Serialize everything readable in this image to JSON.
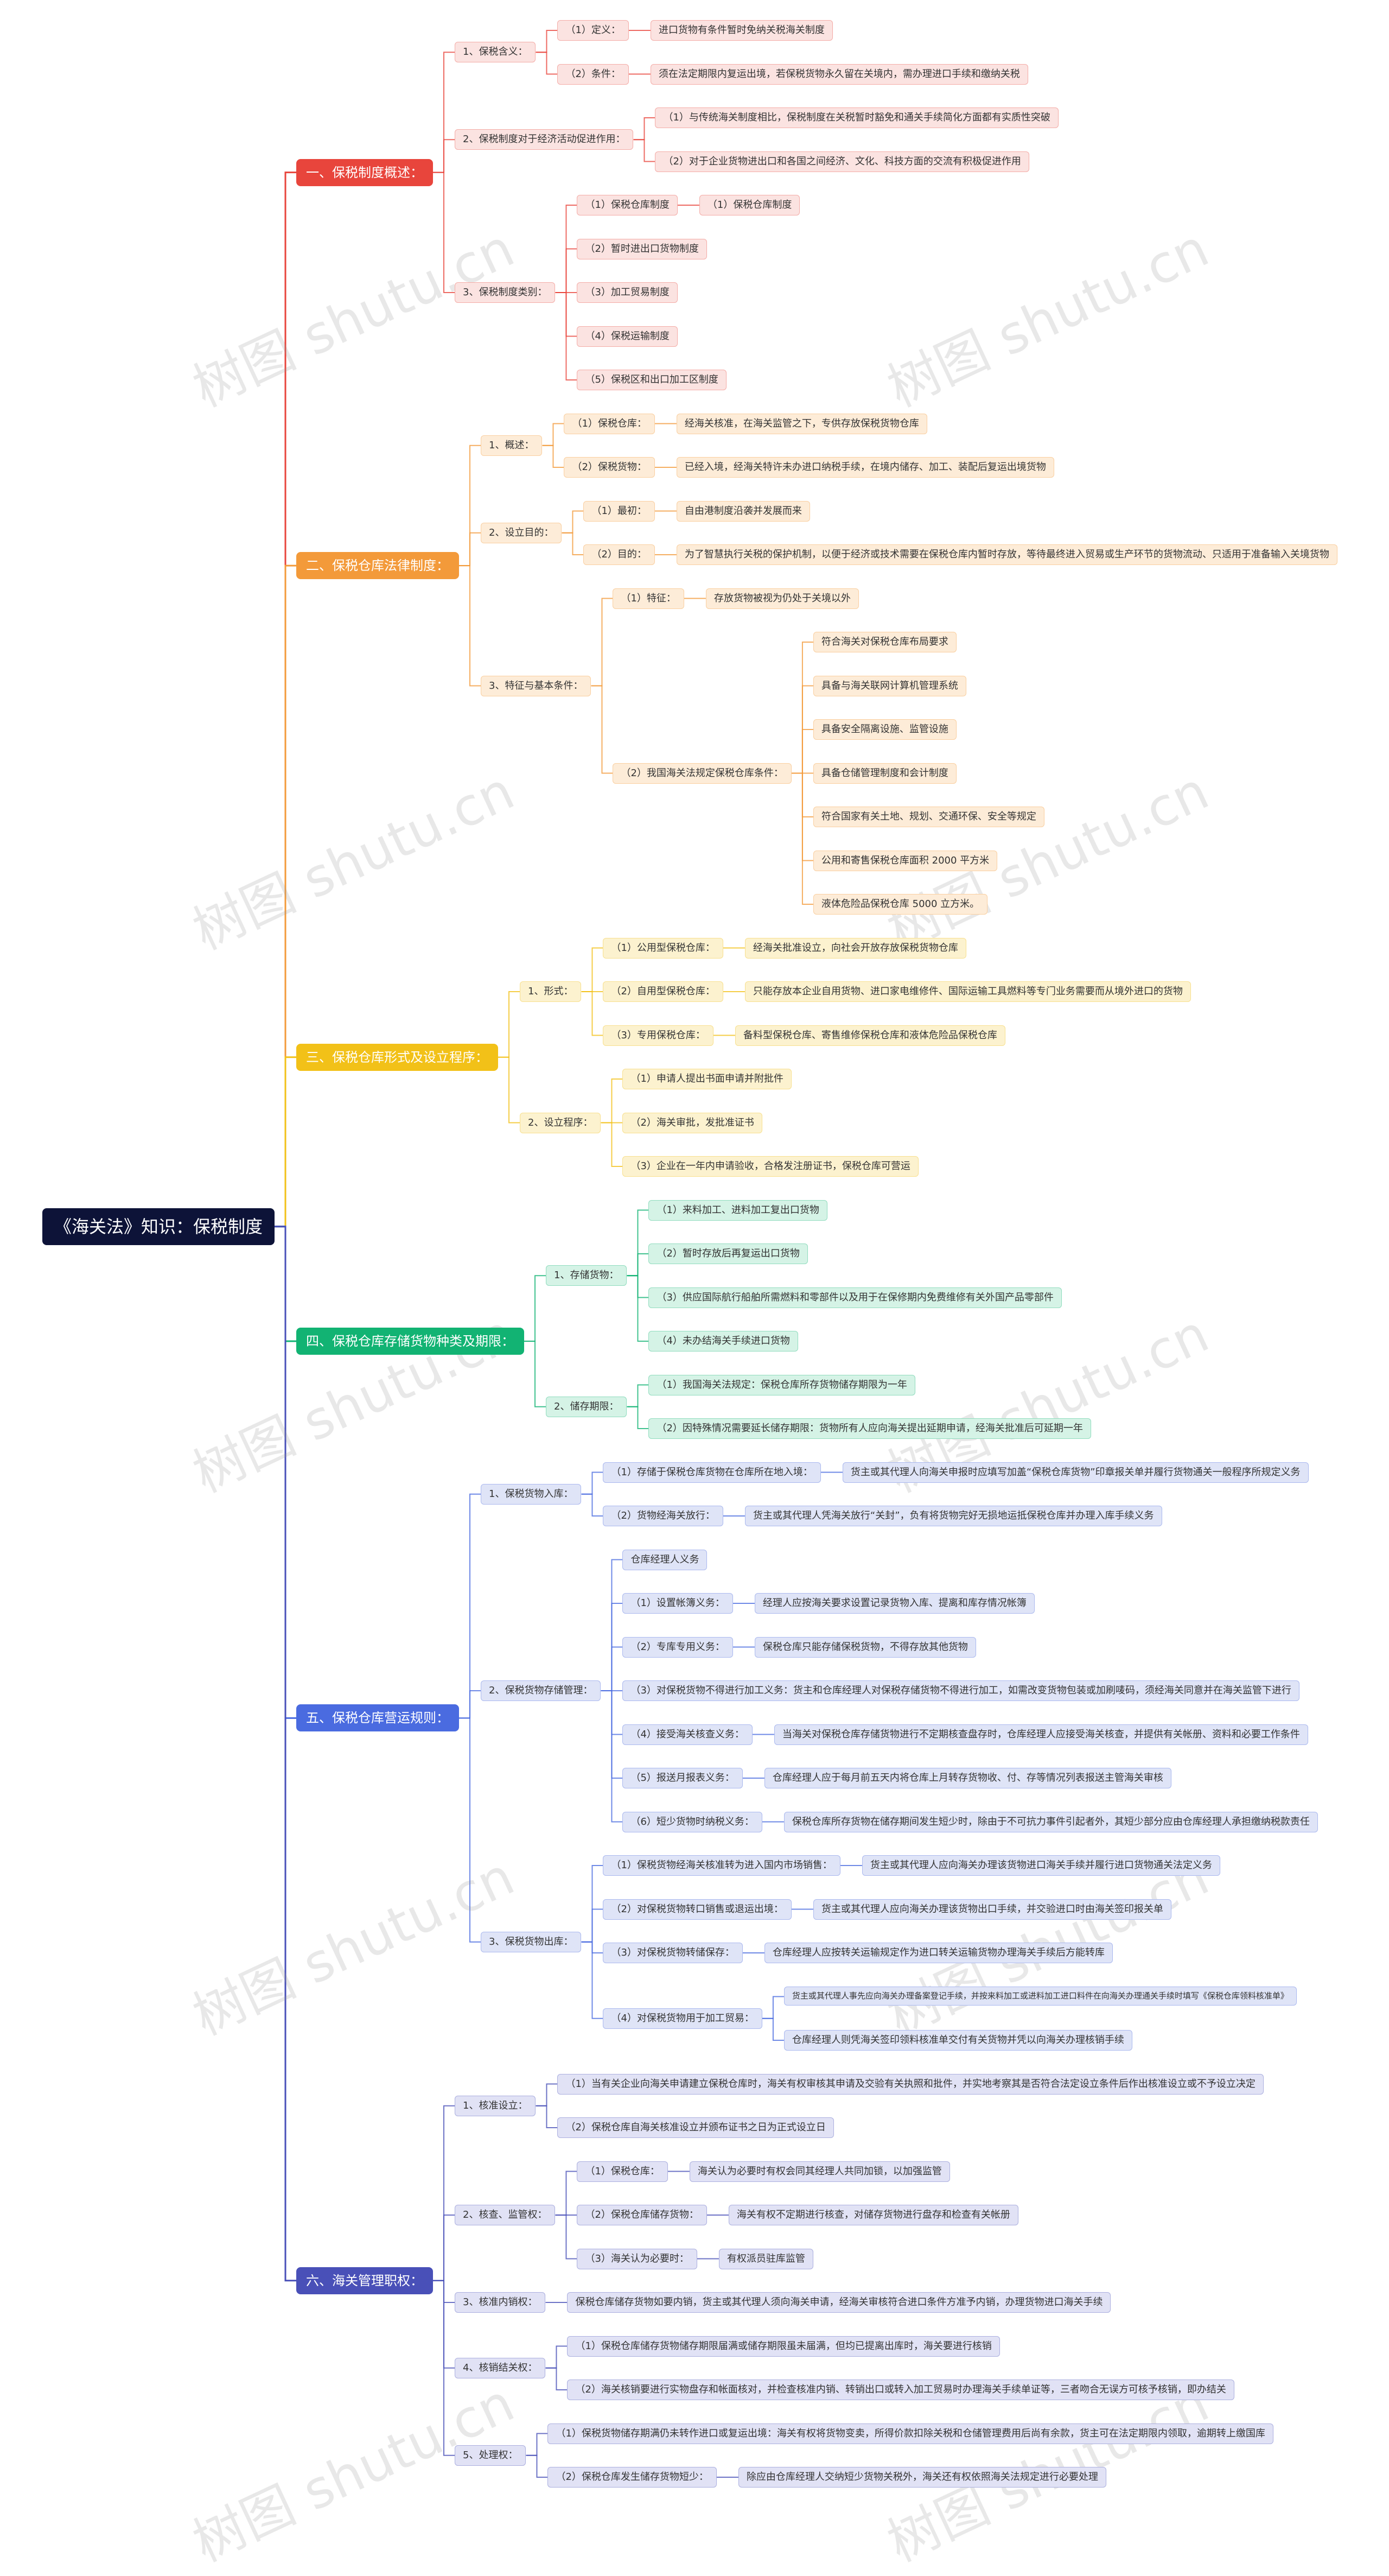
{
  "watermark": "树图 shutu.cn",
  "tree": {
    "label": "《海关法》知识：保税制度",
    "children": [
      {
        "label": "一、保税制度概述：",
        "color": "#e8453c",
        "fill": "#fbe3e1",
        "children": [
          {
            "label": "1、保税含义：",
            "children": [
              {
                "label": "（1）定义：",
                "children": [
                  {
                    "label": "进口货物有条件暂时免纳关税海关制度"
                  }
                ]
              },
              {
                "label": "（2）条件：",
                "children": [
                  {
                    "label": "须在法定期限内复运出境，若保税货物永久留在关境内，需办理进口手续和缴纳关税"
                  }
                ]
              }
            ]
          },
          {
            "label": "2、保税制度对于经济活动促进作用：",
            "children": [
              {
                "label": "（1）与传统海关制度相比，保税制度在关税暂时豁免和通关手续简化方面都有实质性突破"
              },
              {
                "label": "（2）对于企业货物进出口和各国之间经济、文化、科技方面的交流有积极促进作用"
              }
            ]
          },
          {
            "label": "3、保税制度类别：",
            "children": [
              {
                "label": "（1）保税仓库制度",
                "children": [
                  {
                    "label": "（1）保税仓库制度"
                  }
                ]
              },
              {
                "label": "（2）暂时进出口货物制度"
              },
              {
                "label": "（3）加工贸易制度"
              },
              {
                "label": "（4）保税运输制度"
              },
              {
                "label": "（5）保税区和出口加工区制度"
              }
            ]
          }
        ]
      },
      {
        "label": "二、保税仓库法律制度：",
        "color": "#f39a3a",
        "fill": "#fdecd8",
        "children": [
          {
            "label": "1、概述：",
            "children": [
              {
                "label": "（1）保税仓库：",
                "children": [
                  {
                    "label": "经海关核准，在海关监管之下，专供存放保税货物仓库"
                  }
                ]
              },
              {
                "label": "（2）保税货物：",
                "children": [
                  {
                    "label": "已经入境，经海关特许未办进口纳税手续，在境内储存、加工、装配后复运出境货物"
                  }
                ]
              }
            ]
          },
          {
            "label": "2、设立目的：",
            "children": [
              {
                "label": "（1）最初：",
                "children": [
                  {
                    "label": "自由港制度沿袭并发展而来"
                  }
                ]
              },
              {
                "label": "（2）目的：",
                "children": [
                  {
                    "label": "为了智慧执行关税的保护机制，以便于经济或技术需要在保税仓库内暂时存放，等待最终进入贸易或生产环节的货物流动、只适用于准备输入关境货物"
                  }
                ]
              }
            ]
          },
          {
            "label": "3、特征与基本条件：",
            "children": [
              {
                "label": "（1）特征：",
                "children": [
                  {
                    "label": "存放货物被视为仍处于关境以外"
                  }
                ]
              },
              {
                "label": "（2）我国海关法规定保税仓库条件：",
                "children": [
                  {
                    "label": "符合海关对保税仓库布局要求"
                  },
                  {
                    "label": "具备与海关联网计算机管理系统"
                  },
                  {
                    "label": "具备安全隔离设施、监管设施"
                  },
                  {
                    "label": "具备仓储管理制度和会计制度"
                  },
                  {
                    "label": "符合国家有关土地、规划、交通环保、安全等规定"
                  },
                  {
                    "label": "公用和寄售保税仓库面积 2000 平方米"
                  },
                  {
                    "label": "液体危险品保税仓库 5000 立方米。"
                  }
                ]
              }
            ]
          }
        ]
      },
      {
        "label": "三、保税仓库形式及设立程序：",
        "color": "#f2c118",
        "fill": "#fcf2cf",
        "children": [
          {
            "label": "1、形式：",
            "children": [
              {
                "label": "（1）公用型保税仓库：",
                "children": [
                  {
                    "label": "经海关批准设立，向社会开放存放保税货物仓库"
                  }
                ]
              },
              {
                "label": "（2）自用型保税仓库：",
                "children": [
                  {
                    "label": "只能存放本企业自用货物、进口家电维修件、国际运输工具燃料等专门业务需要而从境外进口的货物"
                  }
                ]
              },
              {
                "label": "（3）专用保税仓库：",
                "children": [
                  {
                    "label": "备料型保税仓库、寄售维修保税仓库和液体危险品保税仓库"
                  }
                ]
              }
            ]
          },
          {
            "label": "2、设立程序：",
            "children": [
              {
                "label": "（1）申请人提出书面申请并附批件"
              },
              {
                "label": "（2）海关审批，发批准证书"
              },
              {
                "label": "（3）企业在一年内申请验收，合格发注册证书，保税仓库可营运"
              }
            ]
          }
        ]
      },
      {
        "label": "四、保税仓库存储货物种类及期限：",
        "color": "#12b373",
        "fill": "#d5f3e6",
        "children": [
          {
            "label": "1、存储货物：",
            "children": [
              {
                "label": "（1）来料加工、进料加工复出口货物"
              },
              {
                "label": "（2）暂时存放后再复运出口货物"
              },
              {
                "label": "（3）供应国际航行船舶所需燃料和零部件以及用于在保修期内免费维修有关外国产品零部件"
              },
              {
                "label": "（4）未办结海关手续进口货物"
              }
            ]
          },
          {
            "label": "2、储存期限：",
            "children": [
              {
                "label": "（1）我国海关法规定：保税仓库所存货物储存期限为一年"
              },
              {
                "label": "（2）因特殊情况需要延长储存期限：货物所有人应向海关提出延期申请，经海关批准后可延期一年"
              }
            ]
          }
        ]
      },
      {
        "label": "五、保税仓库营运规则：",
        "color": "#4a6be0",
        "fill": "#dfe4f7",
        "children": [
          {
            "label": "1、保税货物入库：",
            "children": [
              {
                "label": "（1）存储于保税仓库货物在仓库所在地入境：",
                "children": [
                  {
                    "label": "货主或其代理人向海关申报时应填写加盖“保税仓库货物”印章报关单并履行货物通关一般程序所规定义务"
                  }
                ]
              },
              {
                "label": "（2）货物经海关放行：",
                "children": [
                  {
                    "label": "货主或其代理人凭海关放行“关封”，负有将货物完好无损地运抵保税仓库并办理入库手续义务"
                  }
                ]
              }
            ]
          },
          {
            "label": "2、保税货物存储管理：",
            "children": [
              {
                "label": "仓库经理人义务"
              },
              {
                "label": "（1）设置帐簿义务：",
                "children": [
                  {
                    "label": "经理人应按海关要求设置记录货物入库、提离和库存情况帐簿"
                  }
                ]
              },
              {
                "label": "（2）专库专用义务：",
                "children": [
                  {
                    "label": "保税仓库只能存储保税货物，不得存放其他货物"
                  }
                ]
              },
              {
                "label": "（3）对保税货物不得进行加工义务：货主和仓库经理人对保税存储货物不得进行加工，如需改变货物包装或加刷唛码，须经海关同意并在海关监管下进行"
              },
              {
                "label": "（4）接受海关核查义务：",
                "children": [
                  {
                    "label": "当海关对保税仓库存储货物进行不定期核查盘存时，仓库经理人应接受海关核查，并提供有关帐册、资料和必要工作条件"
                  }
                ]
              },
              {
                "label": "（5）报送月报表义务：",
                "children": [
                  {
                    "label": "仓库经理人应于每月前五天内将仓库上月转存货物收、付、存等情况列表报送主管海关审核"
                  }
                ]
              },
              {
                "label": "（6）短少货物时纳税义务：",
                "children": [
                  {
                    "label": "保税仓库所存货物在储存期间发生短少时，除由于不可抗力事件引起者外，其短少部分应由仓库经理人承担缴纳税款责任"
                  }
                ]
              }
            ]
          },
          {
            "label": "3、保税货物出库：",
            "children": [
              {
                "label": "（1）保税货物经海关核准转为进入国内市场销售：",
                "children": [
                  {
                    "label": "货主或其代理人应向海关办理该货物进口海关手续并履行进口货物通关法定义务"
                  }
                ]
              },
              {
                "label": "（2）对保税货物转口销售或退运出境：",
                "children": [
                  {
                    "label": "货主或其代理人应向海关办理该货物出口手续，并交验进口时由海关签印报关单"
                  }
                ]
              },
              {
                "label": "（3）对保税货物转储保存：",
                "children": [
                  {
                    "label": "仓库经理人应按转关运输规定作为进口转关运输货物办理海关手续后方能转库"
                  }
                ]
              },
              {
                "label": "（4）对保税货物用于加工贸易：",
                "children": [
                  {
                    "label": "货主或其代理人事先应向海关办理备案登记手续，并按来料加工或进料加工进口料件在向海关办理通关手续时填写《保税仓库领料核准单》"
                  },
                  {
                    "label": "仓库经理人则凭海关签印领料核准单交付有关货物并凭以向海关办理核销手续"
                  }
                ]
              }
            ]
          }
        ]
      },
      {
        "label": "六、海关管理职权：",
        "color": "#4950b8",
        "fill": "#e1e2f5",
        "children": [
          {
            "label": "1、核准设立：",
            "children": [
              {
                "label": "（1）当有关企业向海关申请建立保税仓库时，海关有权审核其申请及交验有关执照和批件，并实地考察其是否符合法定设立条件后作出核准设立或不予设立决定"
              },
              {
                "label": "（2）保税仓库自海关核准设立并颁布证书之日为正式设立日"
              }
            ]
          },
          {
            "label": "2、核查、监管权：",
            "children": [
              {
                "label": "（1）保税仓库：",
                "children": [
                  {
                    "label": "海关认为必要时有权会同其经理人共同加锁，以加强监管"
                  }
                ]
              },
              {
                "label": "（2）保税仓库储存货物：",
                "children": [
                  {
                    "label": "海关有权不定期进行核查，对储存货物进行盘存和检查有关帐册"
                  }
                ]
              },
              {
                "label": "（3）海关认为必要时：",
                "children": [
                  {
                    "label": "有权派员驻库监管"
                  }
                ]
              }
            ]
          },
          {
            "label": "3、核准内销权：",
            "children": [
              {
                "label": "保税仓库储存货物如要内销，货主或其代理人须向海关申请，经海关审核符合进口条件方准予内销，办理货物进口海关手续"
              }
            ]
          },
          {
            "label": "4、核销结关权：",
            "children": [
              {
                "label": "（1）保税仓库储存货物储存期限届满或储存期限虽未届满，但均已提离出库时，海关要进行核销"
              },
              {
                "label": "（2）海关核销要进行实物盘存和帐面核对，并检查核准内销、转销出口或转入加工贸易时办理海关手续单证等，三者吻合无误方可核予核销，即办结关"
              }
            ]
          },
          {
            "label": "5、处理权：",
            "children": [
              {
                "label": "（1）保税货物储存期满仍未转作进口或复运出境：海关有权将货物变卖，所得价款扣除关税和仓储管理费用后尚有余款，货主可在法定期限内领取，逾期转上缴国库"
              },
              {
                "label": "（2）保税仓库发生储存货物短少：",
                "children": [
                  {
                    "label": "除应由仓库经理人交纳短少货物关税外，海关还有权依照海关法规定进行必要处理"
                  }
                ]
              }
            ]
          }
        ]
      }
    ]
  }
}
